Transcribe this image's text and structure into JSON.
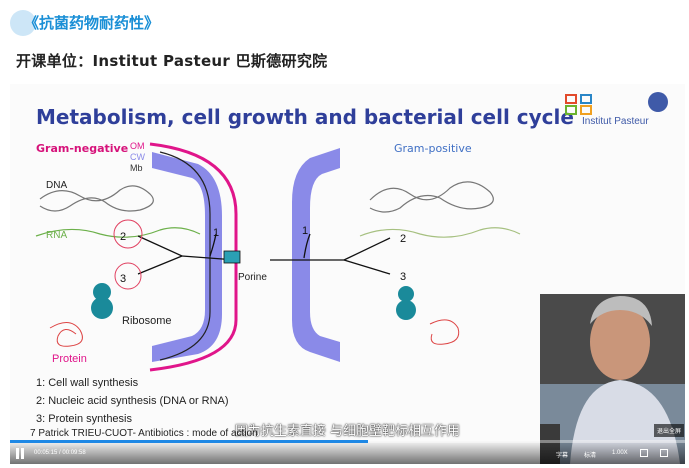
{
  "header": {
    "course_title": "《抗菌药物耐药性》",
    "organizer": "开课单位：Institut Pasteur 巴斯德研究院"
  },
  "slide": {
    "title": "Metabolism, cell growth and bacterial cell cycle",
    "logo_text": "Institut Pasteur",
    "gram_negative": "Gram-negative",
    "gram_positive": "Gram-positive",
    "om": "OM",
    "cw": "CW",
    "mb": "Mb",
    "dna": "DNA",
    "rna": "RNA",
    "ribosome": "Ribosome",
    "protein": "Protein",
    "porine": "Porine",
    "n1": "1",
    "n2": "2",
    "n3": "3",
    "legend": [
      "1: Cell wall synthesis",
      "2: Nucleic acid synthesis (DNA or RNA)",
      "3: Protein synthesis"
    ],
    "footer": "7    Patrick TRIEU-CUOT- Antibiotics : mode of action"
  },
  "player": {
    "subtitle": "因为抗生素直接 与细胞壁靶标相互作用",
    "time": "00:05:15 / 00:09:58",
    "progress": 0.53,
    "controls": {
      "caption": "字幕",
      "quality": "标清",
      "speed": "1.00X",
      "exit_fullscreen": "退出全屏"
    }
  },
  "colors": {
    "title_blue": "#1a8fd6",
    "slide_title": "#2f3f9a",
    "gram_negative": "#d6127a",
    "membrane": "#8a8ae8",
    "outer_membrane": "#e0158a",
    "rna_green": "#6cb04a",
    "ribosome": "#1a8a9a",
    "gram_positive": "#3f6fc4"
  }
}
